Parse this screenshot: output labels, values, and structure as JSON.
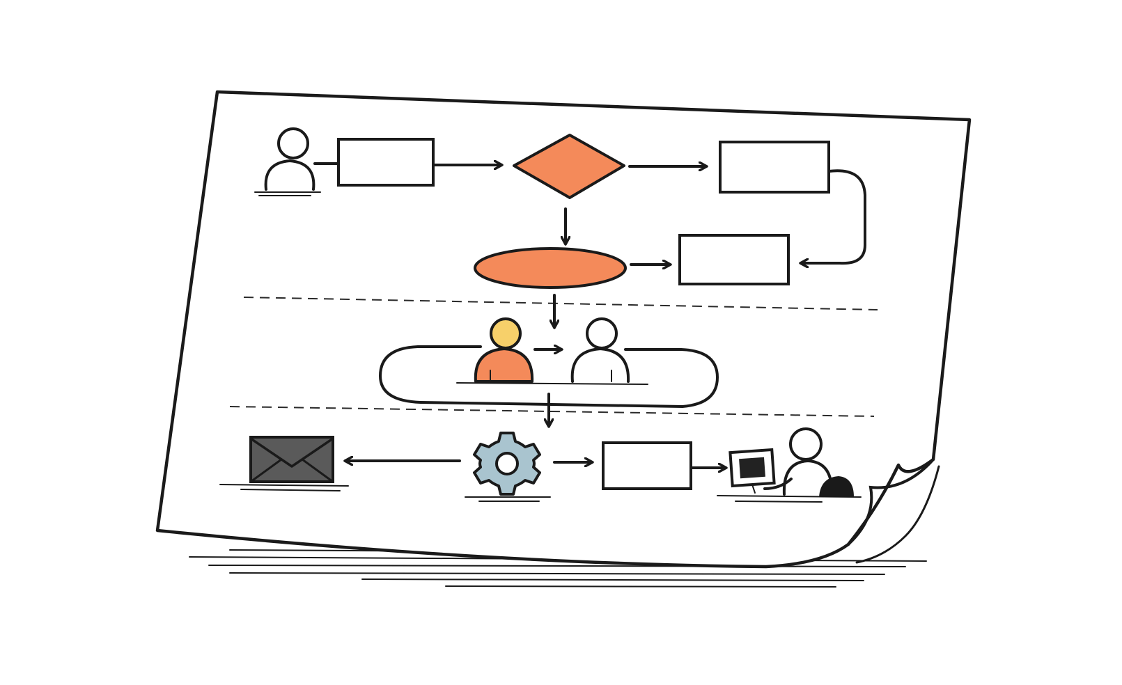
{
  "diagram": {
    "colors": {
      "ink": "#1a1a1a",
      "paper": "#ffffff",
      "accent_orange": "#f48a5a",
      "head_yellow": "#f7d06a",
      "gear_blue": "#a9c4cf",
      "envelope_gray": "#5a5a5a",
      "screen_dark": "#222222"
    },
    "icons": {
      "actor": "user-icon",
      "decision": "diamond-shape",
      "terminal": "ellipse-shape",
      "handoff_a": "user-icon",
      "handoff_b": "user-icon",
      "email": "envelope-icon",
      "system": "gear-icon",
      "end_user": "computer-user-icon"
    },
    "lanes": 3
  }
}
